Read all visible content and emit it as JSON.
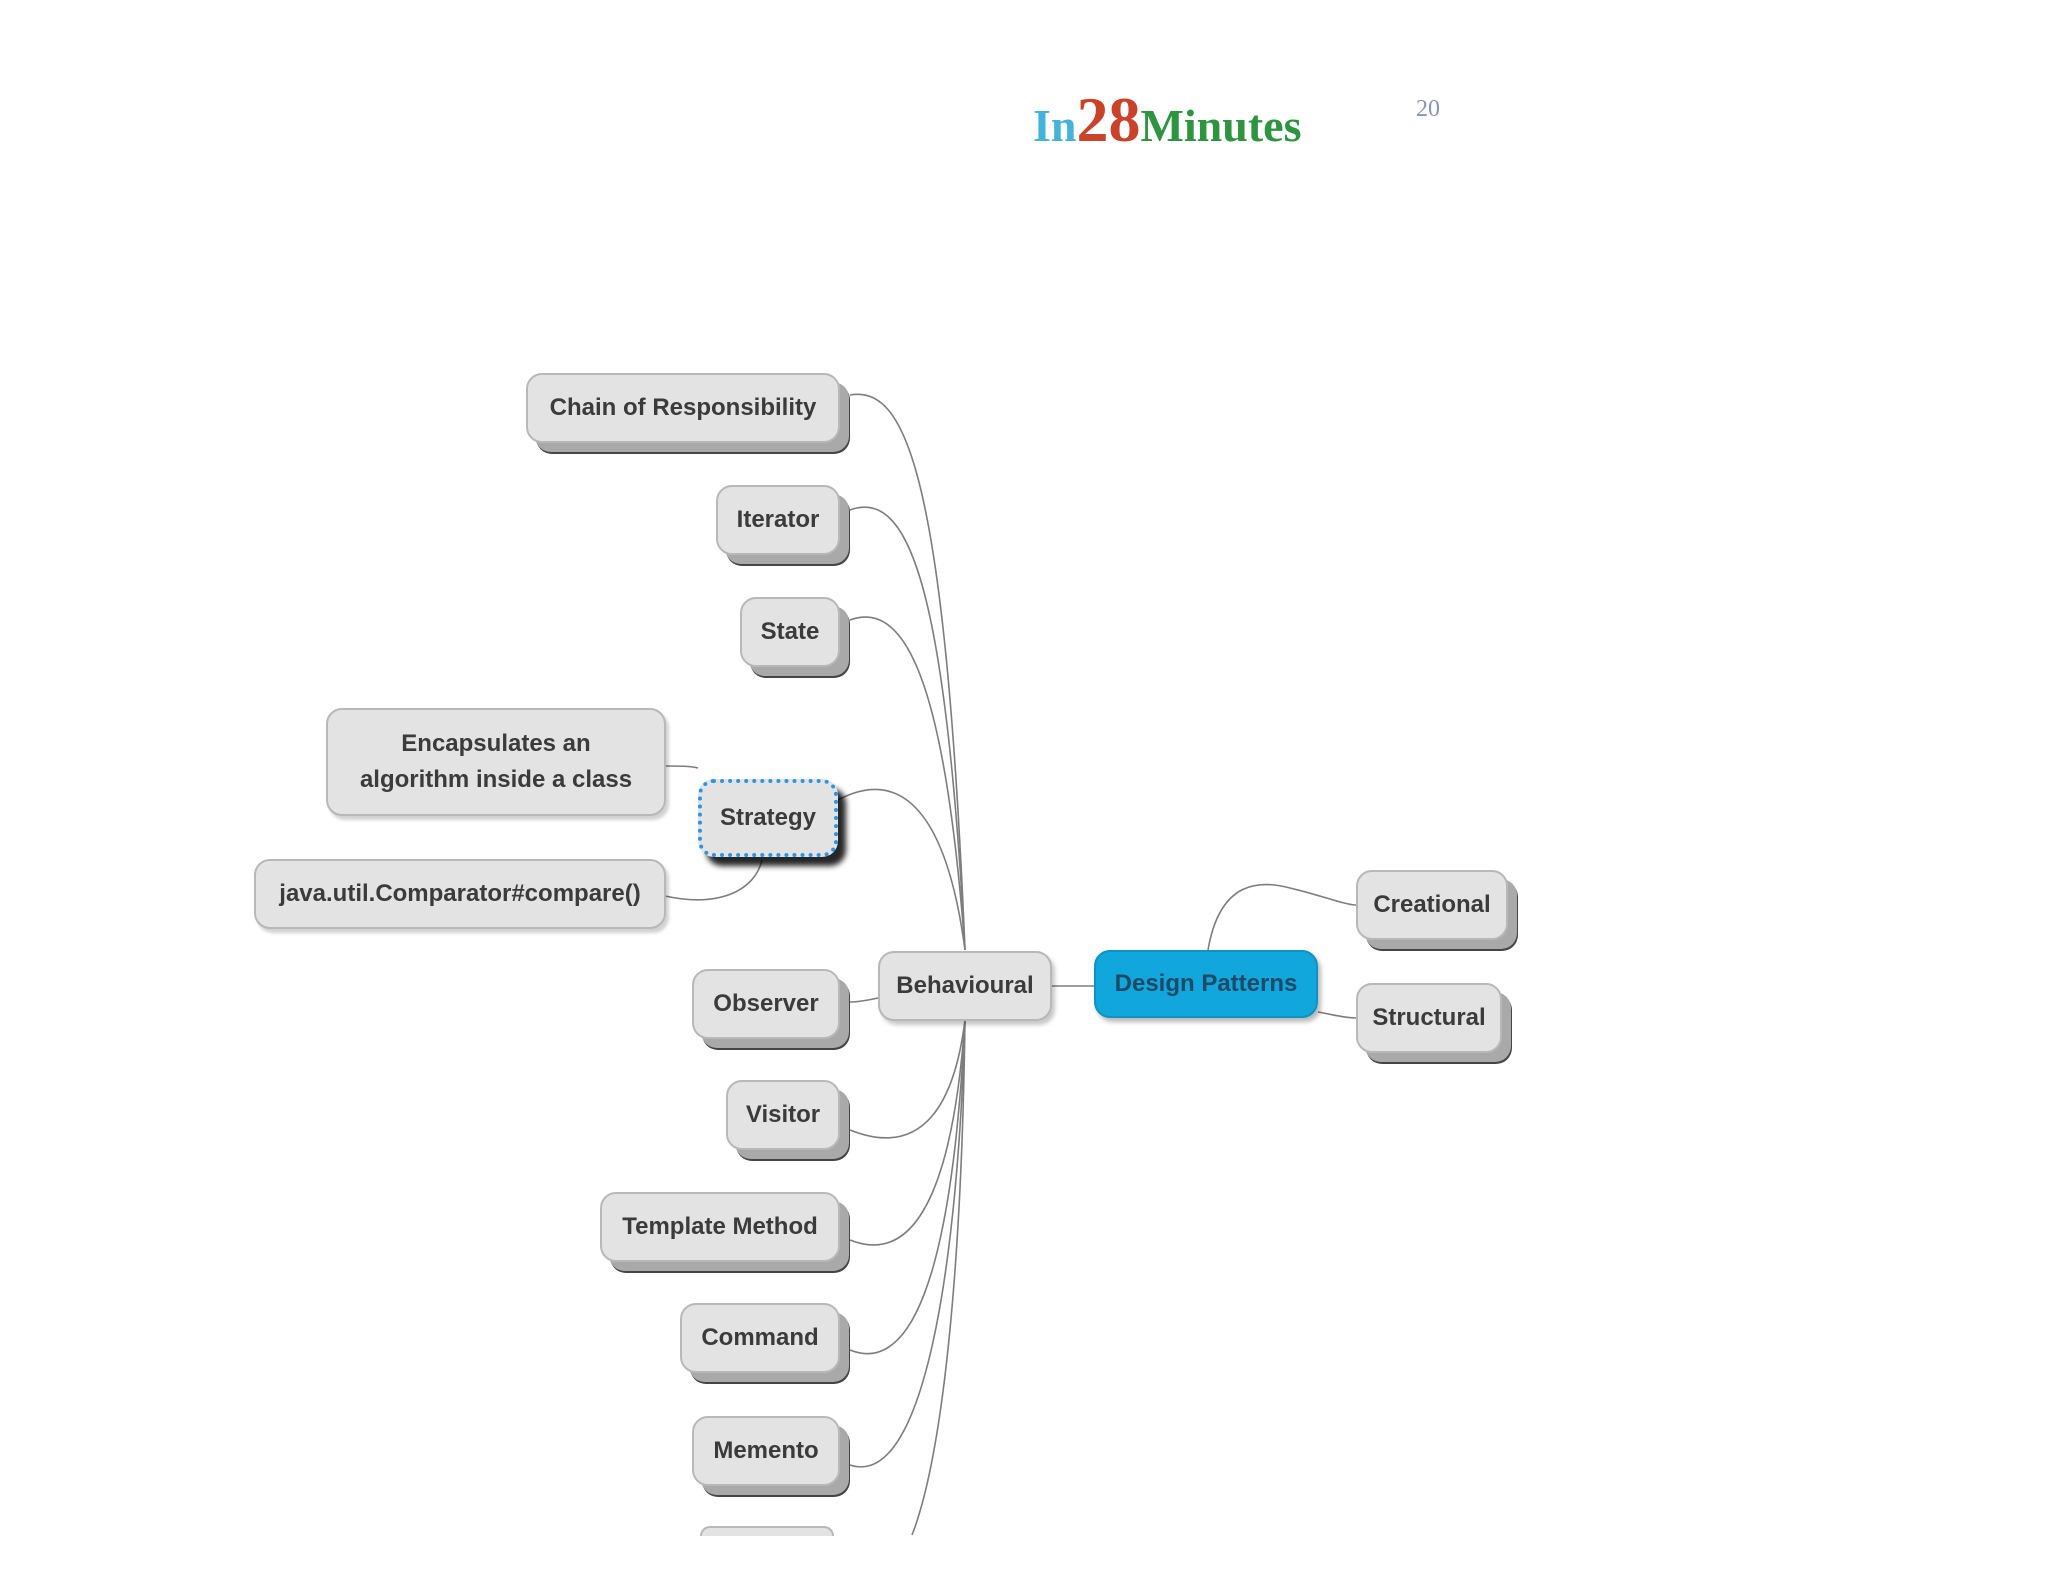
{
  "header": {
    "logo": {
      "part1": "In",
      "part2": "28",
      "part3": "Minutes"
    },
    "page_number": "20"
  },
  "diagram": {
    "root": "Design Patterns",
    "categories": [
      "Creational",
      "Structural",
      "Behavioural"
    ],
    "behavioural_patterns": [
      "Chain of Responsibility",
      "Iterator",
      "State",
      "Strategy",
      "Observer",
      "Visitor",
      "Template Method",
      "Command",
      "Memento"
    ],
    "strategy_notes": [
      "Encapsulates an algorithm inside a class",
      "java.util.Comparator#compare()"
    ]
  },
  "colors": {
    "logo_in": "#45b3d9",
    "logo_28": "#c9422a",
    "logo_minutes": "#2e9440",
    "root_fill": "#11a6dc",
    "node_fill": "#e3e3e3",
    "selection_outline": "#2a95e6"
  }
}
